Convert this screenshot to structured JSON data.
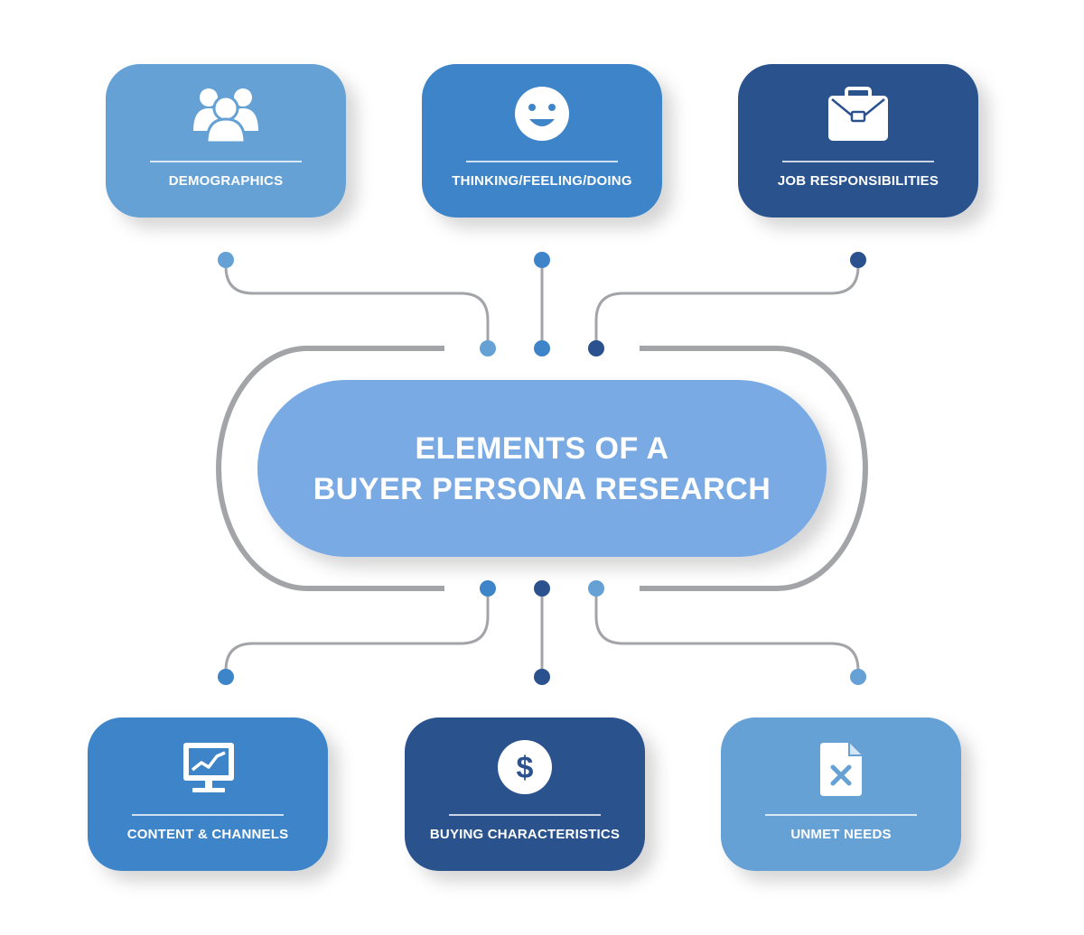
{
  "title": {
    "line1": "ELEMENTS OF A",
    "line2": "BUYER PERSONA RESEARCH"
  },
  "colors": {
    "light": "#65a1d5",
    "medium": "#3e84c8",
    "dark": "#2b528e",
    "center": "#7aaae4",
    "connector": "#a2a4a8"
  },
  "cards": [
    {
      "label": "DEMOGRAPHICS",
      "icon": "people-icon",
      "tone": "light"
    },
    {
      "label": "THINKING/FEELING/DOING",
      "icon": "smiley-face-icon",
      "tone": "medium"
    },
    {
      "label": "JOB RESPONSIBILITIES",
      "icon": "briefcase-icon",
      "tone": "dark"
    },
    {
      "label": "CONTENT & CHANNELS",
      "icon": "monitor-chart-icon",
      "tone": "medium"
    },
    {
      "label": "BUYING CHARACTERISTICS",
      "icon": "dollar-coin-icon",
      "tone": "dark"
    },
    {
      "label": "UNMET NEEDS",
      "icon": "document-x-icon",
      "tone": "light"
    }
  ]
}
